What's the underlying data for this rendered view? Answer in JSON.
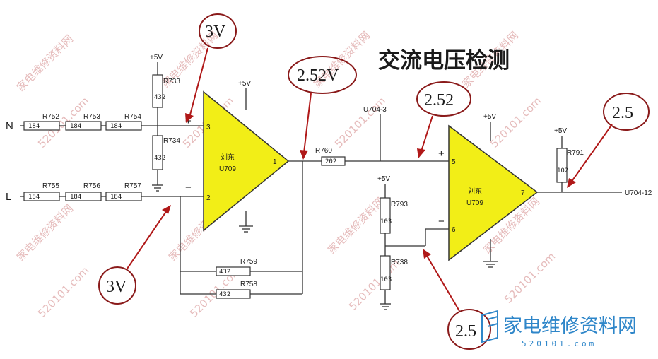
{
  "title": "交流电压检测",
  "watermark": {
    "text": "家电维修资料网",
    "site": "520101.com"
  },
  "logo": {
    "text": "家电维修资料网",
    "site": "520101.com",
    "accent": "#2e86c9"
  },
  "colors": {
    "opamp_fill": "#f2ee17",
    "callout_ring": "#8a1a1a",
    "arrow": "#b01818"
  },
  "inputs": {
    "n": "N",
    "l": "L"
  },
  "opamp1": {
    "name": "刘东",
    "ref": "U709",
    "pin_plus": "3",
    "pin_minus": "2",
    "pin_out": "1",
    "plus_sign": "+",
    "minus_sign": "−"
  },
  "opamp2": {
    "name": "刘东",
    "ref": "U709",
    "pin_plus": "5",
    "pin_minus": "6",
    "pin_out": "7",
    "plus_sign": "+",
    "minus_sign": "−"
  },
  "supply": {
    "v1": "+5V",
    "v2": "+5V",
    "v3": "+5V",
    "v4": "+5V",
    "v5": "+5V"
  },
  "resistors": {
    "r752": {
      "ref": "R752",
      "value": "184"
    },
    "r753": {
      "ref": "R753",
      "value": "184"
    },
    "r754": {
      "ref": "R754",
      "value": "184"
    },
    "r755": {
      "ref": "R755",
      "value": "184"
    },
    "r756": {
      "ref": "R756",
      "value": "184"
    },
    "r757": {
      "ref": "R757",
      "value": "184"
    },
    "r733": {
      "ref": "R733",
      "value": "432"
    },
    "r734": {
      "ref": "R734",
      "value": "432"
    },
    "r759": {
      "ref": "R759",
      "value": "432"
    },
    "r758": {
      "ref": "R758",
      "value": "432"
    },
    "r760": {
      "ref": "R760",
      "value": "202"
    },
    "r793": {
      "ref": "R793",
      "value": "103"
    },
    "r738": {
      "ref": "R738",
      "value": "103"
    },
    "r791": {
      "ref": "R791",
      "value": "102"
    }
  },
  "nets": {
    "u704_3": "U704-3",
    "u704_12": "U704-12"
  },
  "callouts": {
    "c1": "3V",
    "c2": "2.52V",
    "c3": "2.52",
    "c4": "2.5",
    "c5": "3V",
    "c6": "2.5"
  }
}
